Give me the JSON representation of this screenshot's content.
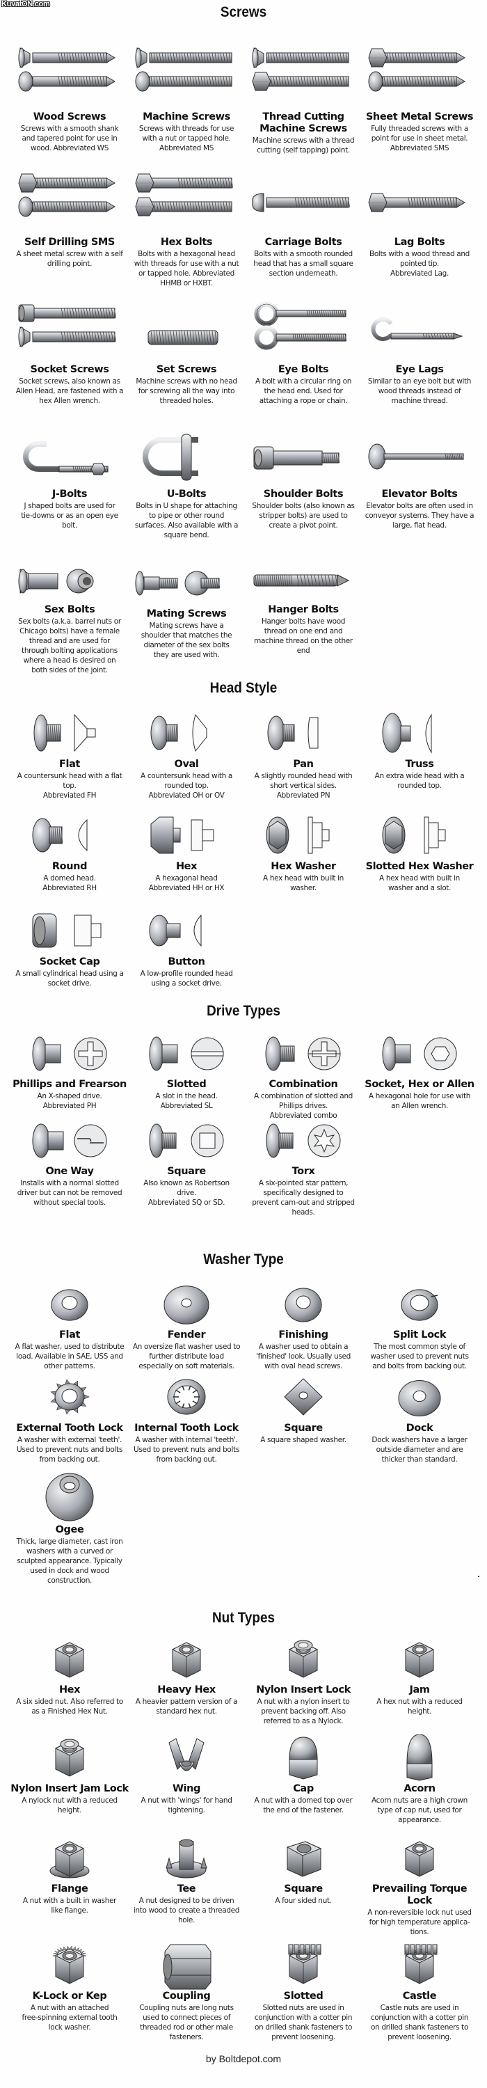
{
  "watermark": "KuvatON.com",
  "sections": {
    "screws": {
      "title": "Screws",
      "items": [
        {
          "name": "Wood Screws",
          "desc": "Screws with a smooth shank\nand tapered point for use in\nwood.  Abbreviated WS",
          "icon": "wood-screw"
        },
        {
          "name": "Machine Screws",
          "desc": "Screws with threads for use\nwith a nut or tapped hole.\nAbbreviated MS",
          "icon": "machine-screw"
        },
        {
          "name": "Thread Cutting\nMachine Screws",
          "desc": "Machine screws with a thread\ncutting (self tapping) point.",
          "icon": "thread-cutting-screw"
        },
        {
          "name": "Sheet Metal Screws",
          "desc": "Fully threaded screws with a\npoint for use in sheet metal.\nAbbreviated SMS",
          "icon": "sheet-metal-screw"
        },
        {
          "name": "Self Drilling SMS",
          "desc": "A sheet metal screw with a self\ndrilling point.",
          "icon": "self-drilling-screw"
        },
        {
          "name": "Hex Bolts",
          "desc": "Bolts with a hexagonal head\nwith threads for use with a nut\nor tapped hole.  Abbreviated\nHHMB or HXBT.",
          "icon": "hex-bolt"
        },
        {
          "name": "Carriage Bolts",
          "desc": "Bolts with a smooth rounded\nhead that has a small square\nsection underneath.",
          "icon": "carriage-bolt"
        },
        {
          "name": "Lag Bolts",
          "desc": "Bolts with a wood thread and\npointed tip.\nAbbreviated Lag.",
          "icon": "lag-bolt"
        },
        {
          "name": "Socket Screws",
          "desc": "Socket screws, also known as\nAllen Head, are fastened with a\nhex Allen wrench.",
          "icon": "socket-screw"
        },
        {
          "name": "Set Screws",
          "desc": "Machine screws with no head\nfor screwing all the way into\nthreaded holes.",
          "icon": "set-screw"
        },
        {
          "name": "Eye Bolts",
          "desc": "A bolt with a circular ring on\nthe head end. Used for\nattaching a rope or chain.",
          "icon": "eye-bolt"
        },
        {
          "name": "Eye Lags",
          "desc": "Similar to an eye bolt but with\nwood threads instead of\nmachine thread.",
          "icon": "eye-lag"
        },
        {
          "name": "J-Bolts",
          "desc": "J shaped bolts are used for\ntie-downs or as an open eye\nbolt.",
          "icon": "j-bolt"
        },
        {
          "name": "U-Bolts",
          "desc": "Bolts in U shape for attaching\nto pipe or other round\nsurfaces. Also available with a\nsquare bend.",
          "icon": "u-bolt"
        },
        {
          "name": "Shoulder Bolts",
          "desc": "Shoulder bolts (also known as\nstripper bolts) are used to\ncreate a pivot point.",
          "icon": "shoulder-bolt"
        },
        {
          "name": "Elevator Bolts",
          "desc": "Elevator bolts are often used in\nconveyor systems. They have a\nlarge, flat head.",
          "icon": "elevator-bolt"
        },
        {
          "name": "Sex Bolts",
          "desc": "Sex bolts (a.k.a. barrel nuts or\nChicago bolts) have a female\nthread and are used for\nthrough bolting applications\nwhere a head is desired on\nboth sides of the joint.",
          "icon": "sex-bolt"
        },
        {
          "name": "Mating Screws",
          "desc": "Mating screws have a\nshoulder that matches the\ndiameter of the sex bolts\nthey are used with.",
          "icon": "mating-screw"
        },
        {
          "name": "Hanger Bolts",
          "desc": "Hanger bolts have wood\nthread on one end and\nmachine thread on the other\nend",
          "icon": "hanger-bolt"
        }
      ]
    },
    "head_style": {
      "title": "Head Style",
      "items": [
        {
          "name": "Flat",
          "desc": "A countersunk head with a flat\ntop.\nAbbreviated FH",
          "icon": "flat-head"
        },
        {
          "name": "Oval",
          "desc": "A countersunk head with a\nrounded top.\nAbbreviated OH or OV",
          "icon": "oval-head"
        },
        {
          "name": "Pan",
          "desc": "A slightly rounded head with\nshort vertical sides.\nAbbreviated PN",
          "icon": "pan-head"
        },
        {
          "name": "Truss",
          "desc": "An extra wide head with a\nrounded top.",
          "icon": "truss-head"
        },
        {
          "name": "Round",
          "desc": "A domed head.\nAbbreviated RH",
          "icon": "round-head"
        },
        {
          "name": "Hex",
          "desc": "A hexagonal head\nAbbreviated HH or HX",
          "icon": "hex-head"
        },
        {
          "name": "Hex Washer",
          "desc": "A hex head with built in\nwasher.",
          "icon": "hex-washer-head"
        },
        {
          "name": "Slotted Hex Washer",
          "desc": "A hex head with built in\nwasher and a slot.",
          "icon": "slotted-hex-washer-head"
        },
        {
          "name": "Socket Cap",
          "desc": "A small cylindrical head using a\nsocket drive.",
          "icon": "socket-cap-head"
        },
        {
          "name": "Button",
          "desc": "A low-profile rounded head\nusing a socket drive.",
          "icon": "button-head"
        }
      ]
    },
    "drive_types": {
      "title": "Drive Types",
      "items": [
        {
          "name": "Phillips and Frearson",
          "desc": "An X-shaped drive.\nAbbreviated PH",
          "icon": "phillips-drive"
        },
        {
          "name": "Slotted",
          "desc": "A slot in the head.\nAbbreviated SL",
          "icon": "slotted-drive"
        },
        {
          "name": "Combination",
          "desc": "A combination of slotted and\nPhillips drives.\nAbbreviated combo",
          "icon": "combination-drive"
        },
        {
          "name": "Socket, Hex or Allen",
          "desc": "A hexagonal hole for use with\nan Allen wrench.",
          "icon": "hex-socket-drive"
        },
        {
          "name": "One Way",
          "desc": "Installs with a normal slotted\ndriver but can not be removed\nwithout special tools.",
          "icon": "one-way-drive"
        },
        {
          "name": "Square",
          "desc": "Also known as Robertson\ndrive.\nAbbreviated SQ or SD.",
          "icon": "square-drive"
        },
        {
          "name": "Torx",
          "desc": "A six-pointed star pattern,\nspecifically designed to\nprevent cam-out and stripped\nheads.",
          "icon": "torx-drive"
        }
      ]
    },
    "washer_type": {
      "title": "Washer Type",
      "items": [
        {
          "name": "Flat",
          "desc": "A flat washer, used to distribute\nload.  Available in SAE, USS and\nother patterns.",
          "icon": "flat-washer"
        },
        {
          "name": "Fender",
          "desc": "An oversize flat washer used to\nfurther distribute load\nespecially on soft materials.",
          "icon": "fender-washer"
        },
        {
          "name": "Finishing",
          "desc": "A washer used to obtain a\n'finished' look.  Usually used\nwith oval head screws.",
          "icon": "finishing-washer"
        },
        {
          "name": "Split Lock",
          "desc": "The most common style of\nwasher used to prevent nuts\nand bolts from backing out.",
          "icon": "split-lock-washer"
        },
        {
          "name": "External Tooth Lock",
          "desc": "A washer with external 'teeth'.\nUsed to prevent nuts and bolts\nfrom backing out.",
          "icon": "external-tooth-washer"
        },
        {
          "name": "Internal Tooth Lock",
          "desc": "A washer with internal 'teeth'.\nUsed to prevent nuts and bolts\nfrom backing out.",
          "icon": "internal-tooth-washer"
        },
        {
          "name": "Square",
          "desc": "A square shaped washer.",
          "icon": "square-washer"
        },
        {
          "name": "Dock",
          "desc": "Dock washers have a larger\noutside diameter and are\nthicker than standard.",
          "icon": "dock-washer"
        },
        {
          "name": "Ogee",
          "desc": "Thick, large diameter, cast iron\nwashers with a curved or\nsculpted appearance. Typically\nused in dock and wood\nconstruction.",
          "icon": "ogee-washer"
        }
      ]
    },
    "nut_types": {
      "title": "Nut Types",
      "items": [
        {
          "name": "Hex",
          "desc": "A six sided nut.  Also referred to\nas a Finished Hex Nut.",
          "icon": "hex-nut"
        },
        {
          "name": "Heavy Hex",
          "desc": "A heavier pattern version of a\nstandard hex nut.",
          "icon": "heavy-hex-nut"
        },
        {
          "name": "Nylon Insert Lock",
          "desc": "A nut with a nylon insert to\nprevent backing off. Also\nreferred to as a Nylock.",
          "icon": "nylon-insert-nut"
        },
        {
          "name": "Jam",
          "desc": "A hex nut with a reduced\nheight.",
          "icon": "jam-nut"
        },
        {
          "name": "Nylon Insert Jam Lock",
          "desc": "A nylock nut with a reduced\nheight.",
          "icon": "nylon-jam-nut"
        },
        {
          "name": "Wing",
          "desc": "A nut with 'wings' for hand\ntightening.",
          "icon": "wing-nut"
        },
        {
          "name": "Cap",
          "desc": "A nut with a domed top over\nthe end of the fastener.",
          "icon": "cap-nut"
        },
        {
          "name": "Acorn",
          "desc": "Acorn nuts are a high crown\ntype of cap nut, used for\nappearance.",
          "icon": "acorn-nut"
        },
        {
          "name": "Flange",
          "desc": "A nut with a built in washer\nlike flange.",
          "icon": "flange-nut"
        },
        {
          "name": "Tee",
          "desc": "A nut designed to be driven\ninto wood to create a threaded\nhole.",
          "icon": "tee-nut"
        },
        {
          "name": "Square",
          "desc": "A four sided nut.",
          "icon": "square-nut"
        },
        {
          "name": "Prevailing Torque Lock",
          "desc": "A non-reversible lock nut used\nfor high temperature applica-\ntions.",
          "icon": "prevailing-torque-nut"
        },
        {
          "name": "K-Lock or Kep",
          "desc": "A nut with an attached\nfree-spinning external tooth\nlock washer.",
          "icon": "k-lock-nut"
        },
        {
          "name": "Coupling",
          "desc": "Coupling nuts are long nuts\nused to connect pieces of\nthreaded rod or other male\nfasteners.",
          "icon": "coupling-nut"
        },
        {
          "name": "Slotted",
          "desc": "Slotted nuts are used in\nconjunction with a cotter pin\non drilled shank fasteners to\nprevent loosening.",
          "icon": "slotted-nut"
        },
        {
          "name": "Castle",
          "desc": "Castle nuts are used in\nconjunction with a cotter pin\non drilled shank fasteners to\nprevent loosening.",
          "icon": "castle-nut"
        }
      ]
    }
  },
  "footer": "by Boltdepot.com",
  "colors": {
    "background": "#fefefe",
    "metal_light": "#d6d8dc",
    "metal_mid": "#a9adb3",
    "metal_dark": "#55585d",
    "outline": "#2a2a2a",
    "text": "#111111"
  }
}
